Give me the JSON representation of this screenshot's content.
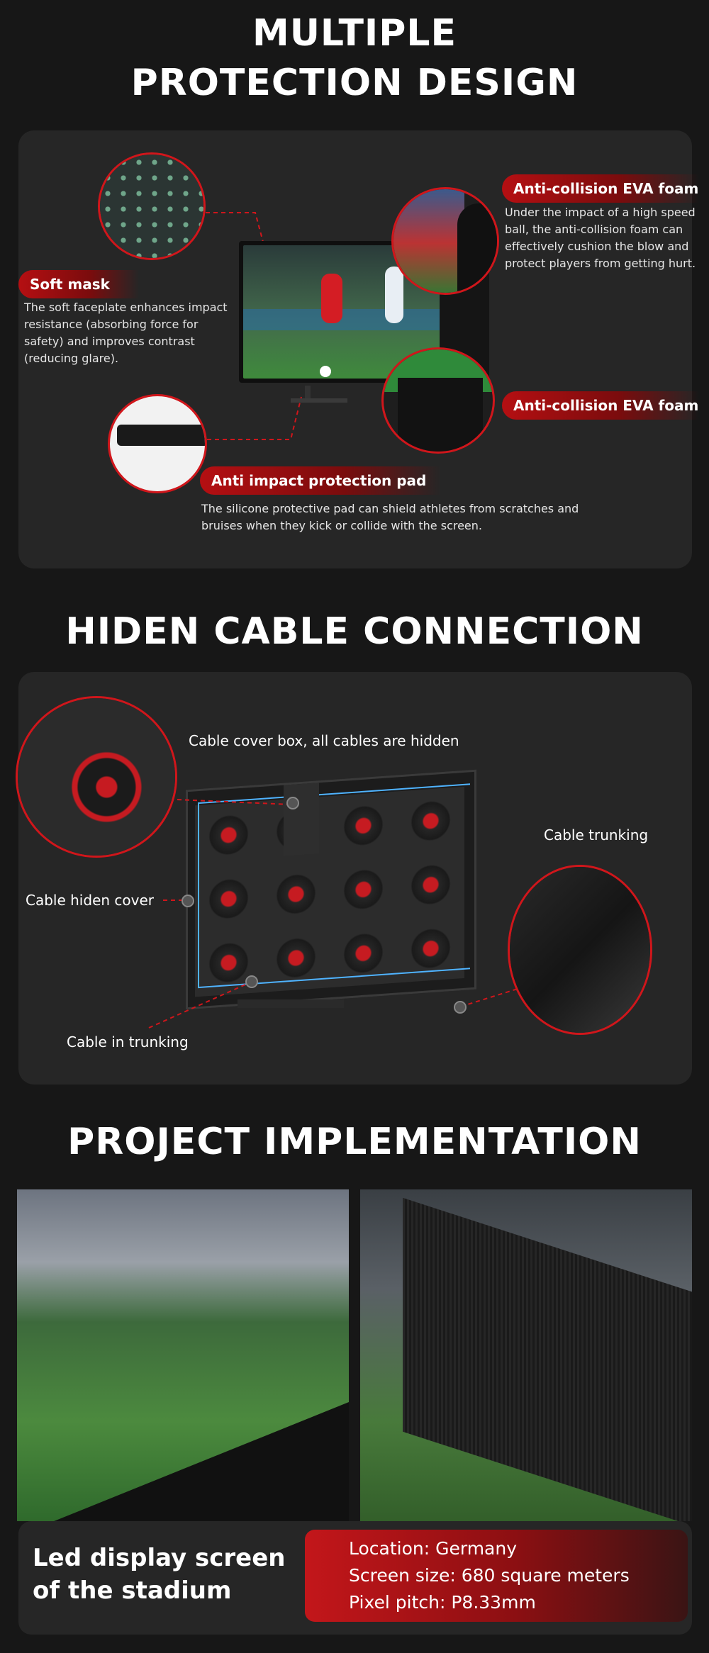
{
  "section1": {
    "title_line1": "MULTIPLE",
    "title_line2": "PROTECTION DESIGN",
    "soft_mask": {
      "label": "Soft mask",
      "desc": "The soft faceplate enhances impact resistance (absorbing force for safety) and improves contrast (reducing glare)."
    },
    "eva_top": {
      "label": "Anti-collision EVA foam",
      "desc": "Under the impact of a high speed ball, the anti-collision foam can effectively cushion the blow and protect players from getting hurt."
    },
    "eva_bottom": {
      "label": "Anti-collision EVA foam"
    },
    "pad": {
      "label": "Anti impact protection pad",
      "desc_line1": "The silicone protective pad can shield athletes from scratches and",
      "desc_line2": "bruises when they kick or collide with the screen."
    }
  },
  "section2": {
    "title": "HIDEN CABLE CONNECTION",
    "labels": {
      "cover_box": "Cable cover box, all cables are hidden",
      "trunking": "Cable trunking",
      "hiden_cover": "Cable hiden cover",
      "in_trunking": "Cable in trunking"
    }
  },
  "section3": {
    "title": "PROJECT IMPLEMENTATION",
    "caption_line1": "Led display screen",
    "caption_line2": "of the stadium",
    "location": "Location: Germany",
    "size": "Screen size: 680 square meters",
    "pitch": "Pixel pitch: P8.33mm"
  },
  "colors": {
    "accent": "#c3161a",
    "background": "#171717",
    "panel": "#262626",
    "cable_line": "#4fb3ff"
  }
}
